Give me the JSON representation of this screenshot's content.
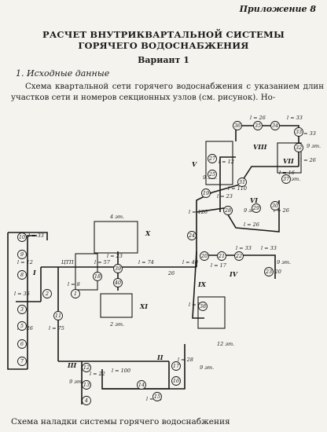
{
  "header": {
    "appendix": "Приложение 8",
    "title_line1": "РАСЧЕТ ВНУТРИКВАРТАЛЬНОЙ СИСТЕМЫ",
    "title_line2": "ГОРЯЧЕГО ВОДОСНАБЖЕНИЯ",
    "variant": "Вариант 1"
  },
  "section": {
    "number": "1.",
    "title": "Исходные данные"
  },
  "paragraph": "Схема квартальной сети горячего водоснабжения с указанием длин участков сети и номеров секционных узлов (см. рисунок). Но-",
  "caption": "Схема наладки системы горячего водоснабжения",
  "diagram": {
    "ctp_label": "ЦТП",
    "blocks": [
      {
        "id": "I",
        "label": "I"
      },
      {
        "id": "II",
        "label": "II"
      },
      {
        "id": "III",
        "label": "III"
      },
      {
        "id": "IV",
        "label": "IV"
      },
      {
        "id": "V",
        "label": "V"
      },
      {
        "id": "VI",
        "label": "VI"
      },
      {
        "id": "VII",
        "label": "VII"
      },
      {
        "id": "VIII",
        "label": "VIII"
      },
      {
        "id": "IX",
        "label": "IX"
      },
      {
        "id": "X",
        "label": "X"
      },
      {
        "id": "XI",
        "label": "XI"
      }
    ],
    "floors": {
      "nine": "9 эт.",
      "twelve": "12 эт.",
      "four": "4 эт.",
      "two": "2 эт."
    },
    "lengths": {
      "l1": "l = 35",
      "l2": "l = 8",
      "l3": "l = 57",
      "l4": "l = 74",
      "l5": "l = 40",
      "l6": "l = 75",
      "l7": "l = 100",
      "l8": "l = 23",
      "l9": "l = 126",
      "l10": "l = 110",
      "l11": "l = 23",
      "l12": "l = 16",
      "l13": "l = 26",
      "l14": "l = 33",
      "l15": "l = 33",
      "l16": "l = 12",
      "l17": "l = 26",
      "l18": "l = 33",
      "l19": "l = 22",
      "l20": "l = 28",
      "l21": "l = 26",
      "l22": "l = 33",
      "l23": "l = 20",
      "l24": "l = 17",
      "l25": "l = 23",
      "l26": "l = 26",
      "l27": "l = 26",
      "l28": "l = 33",
      "l29": "l = 12",
      "l30": "l = 26"
    },
    "nodes": {
      "n1": "1",
      "n2": "2",
      "n3": "3",
      "n4": "4",
      "n5": "5",
      "n6": "6",
      "n7": "7",
      "n8": "8",
      "n9": "9",
      "n10": "10",
      "n11": "11",
      "n12": "12",
      "n13": "13",
      "n14": "14",
      "n15": "15",
      "n16": "16",
      "n17": "17",
      "n18": "18",
      "n19": "19",
      "n20": "20",
      "n21": "21",
      "n22": "22",
      "n23": "23",
      "n24": "24",
      "n25": "25",
      "n26": "26",
      "n27": "27",
      "n28": "28",
      "n29": "29",
      "n30": "30",
      "n31": "31",
      "n32": "32",
      "n33": "33",
      "n34": "34",
      "n35": "35",
      "n36": "36",
      "n37": "37",
      "n38": "38",
      "n39": "39",
      "n40": "40"
    }
  }
}
